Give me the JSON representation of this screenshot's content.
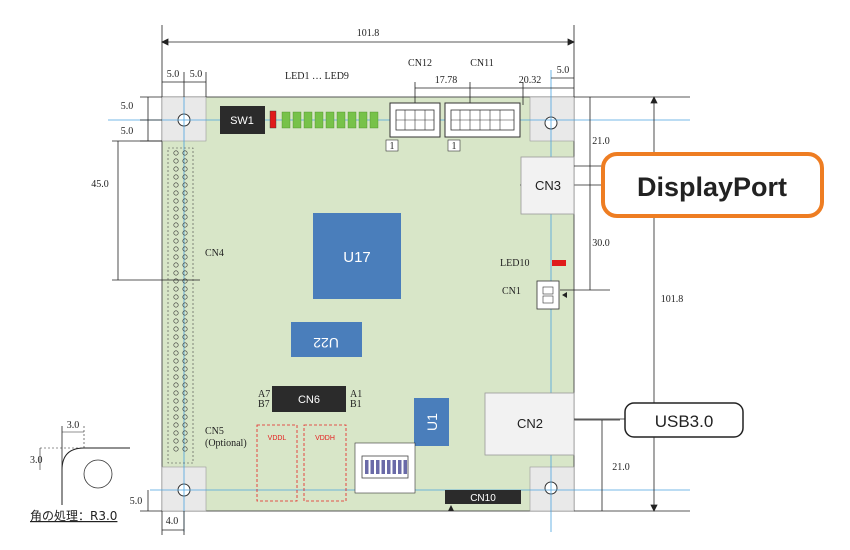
{
  "dims": {
    "width_total": "101.8",
    "left_5a": "5.0",
    "left_5b": "5.0",
    "cn12_cn11": "17.78",
    "right_20": "20.32",
    "right_5": "5.0",
    "v_5a": "5.0",
    "v_5b": "5.0",
    "v_45": "45.0",
    "v_21_top": "21.0",
    "v_30": "30.0",
    "height_total": "101.8",
    "v_21_bottom": "21.0",
    "bottom_5": "5.0",
    "bottom_4": "4.0",
    "corner_3_h": "3.0",
    "corner_3_v": "3.0"
  },
  "labels": {
    "leds": "LED1 … LED9",
    "cn12": "CN12",
    "cn11": "CN11",
    "sw1": "SW1",
    "pin1_a": "1",
    "pin1_b": "1",
    "cn3": "CN3",
    "cn4": "CN4",
    "u17": "U17",
    "led10": "LED10",
    "cn1": "CN1",
    "u22": "U22",
    "a7": "A7",
    "b7": "B7",
    "cn6": "CN6",
    "a1": "A1",
    "b1": "B1",
    "u1": "U1",
    "cn2": "CN2",
    "cn5": "CN5",
    "cn5_opt": "(Optional)",
    "vddl": "VDDL",
    "vddh": "VDDH",
    "cn10": "CN10",
    "corner_note": "角の処理：R3.0"
  },
  "callouts": {
    "displayport": "DisplayPort",
    "usb": "USB3.0"
  },
  "colors": {
    "board": "#d8e6c8",
    "chip_blue": "#4a7ebb",
    "connector_black": "#2b2b2b",
    "led_green": "#77c24a",
    "led_red": "#e01b1b",
    "callout_orange": "#ee7d22",
    "vdd_red": "#e52020"
  }
}
